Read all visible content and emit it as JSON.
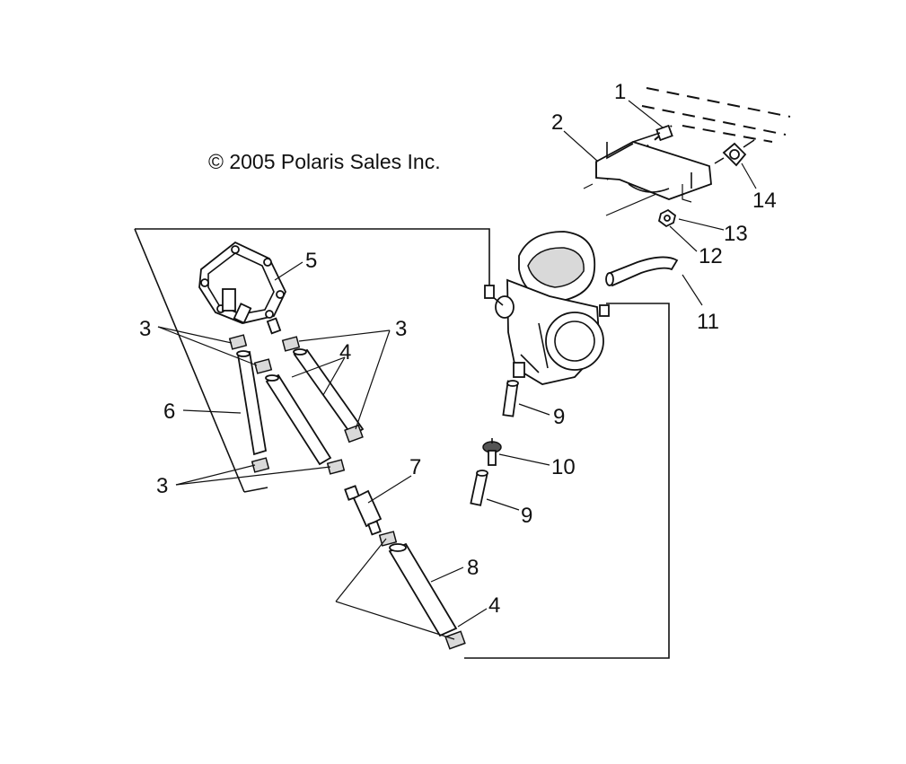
{
  "copyright": "© 2005 Polaris Sales Inc.",
  "callouts": {
    "c1": "1",
    "c2": "2",
    "c3a": "3",
    "c3b": "3",
    "c3c": "3",
    "c4a": "4",
    "c4b": "4",
    "c5": "5",
    "c6": "6",
    "c7": "7",
    "c8": "8",
    "c9a": "9",
    "c9b": "9",
    "c10": "10",
    "c11": "11",
    "c12": "12",
    "c13": "13",
    "c14": "14"
  }
}
